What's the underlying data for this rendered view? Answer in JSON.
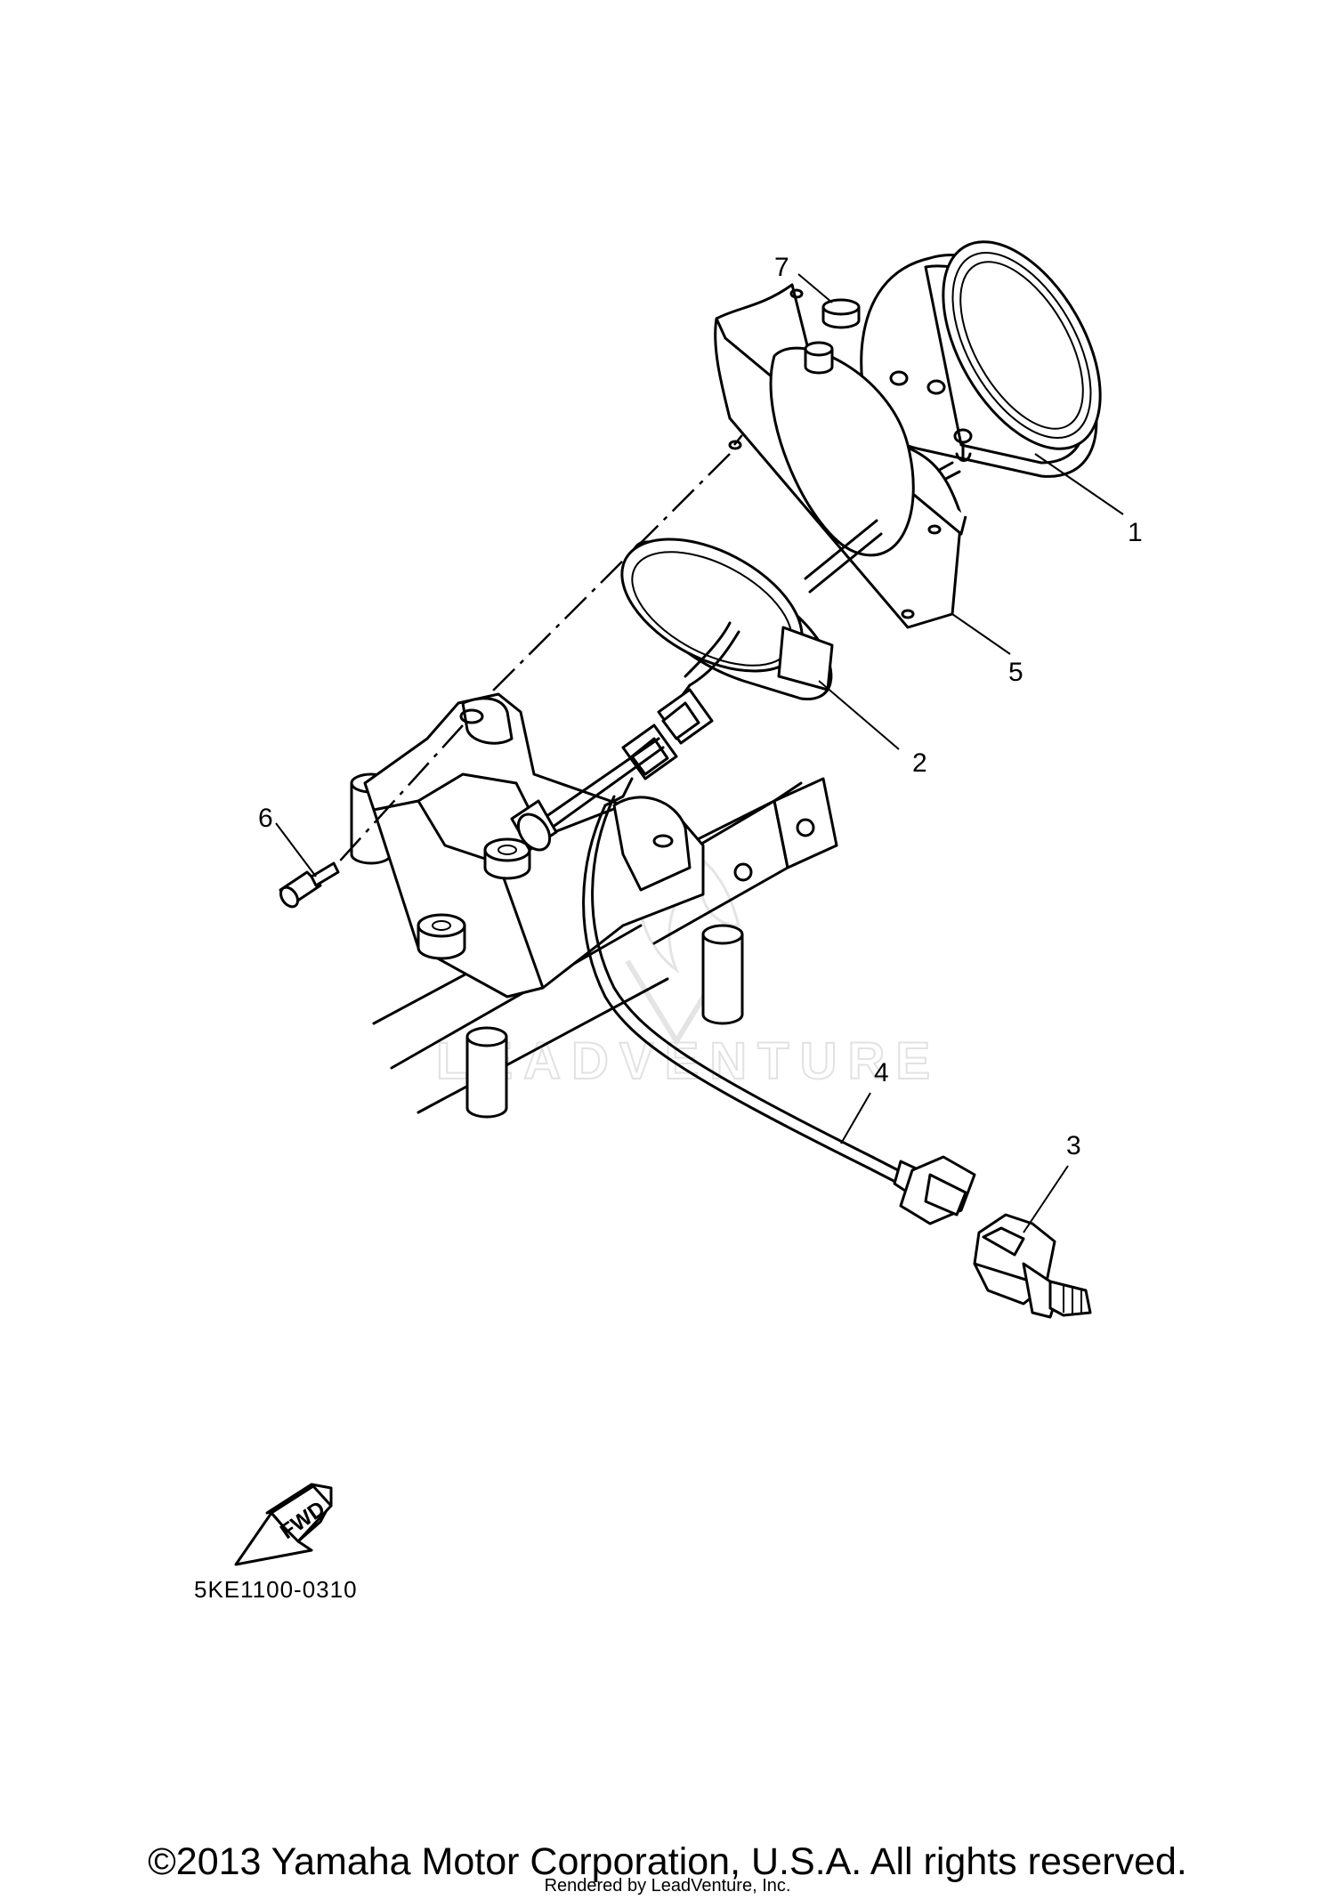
{
  "callouts": [
    {
      "id": "1",
      "label": "1"
    },
    {
      "id": "2",
      "label": "2"
    },
    {
      "id": "3",
      "label": "3"
    },
    {
      "id": "4",
      "label": "4"
    },
    {
      "id": "5",
      "label": "5"
    },
    {
      "id": "6",
      "label": "6"
    },
    {
      "id": "7",
      "label": "7"
    }
  ],
  "fwd_label": "FWD",
  "diagram_code": "5KE1100-0310",
  "watermark": "LEADVENTURE",
  "copyright": "©2013 Yamaha Motor Corporation, U.S.A. All rights reserved.",
  "rendered_by": "Rendered by LeadVenture, Inc."
}
